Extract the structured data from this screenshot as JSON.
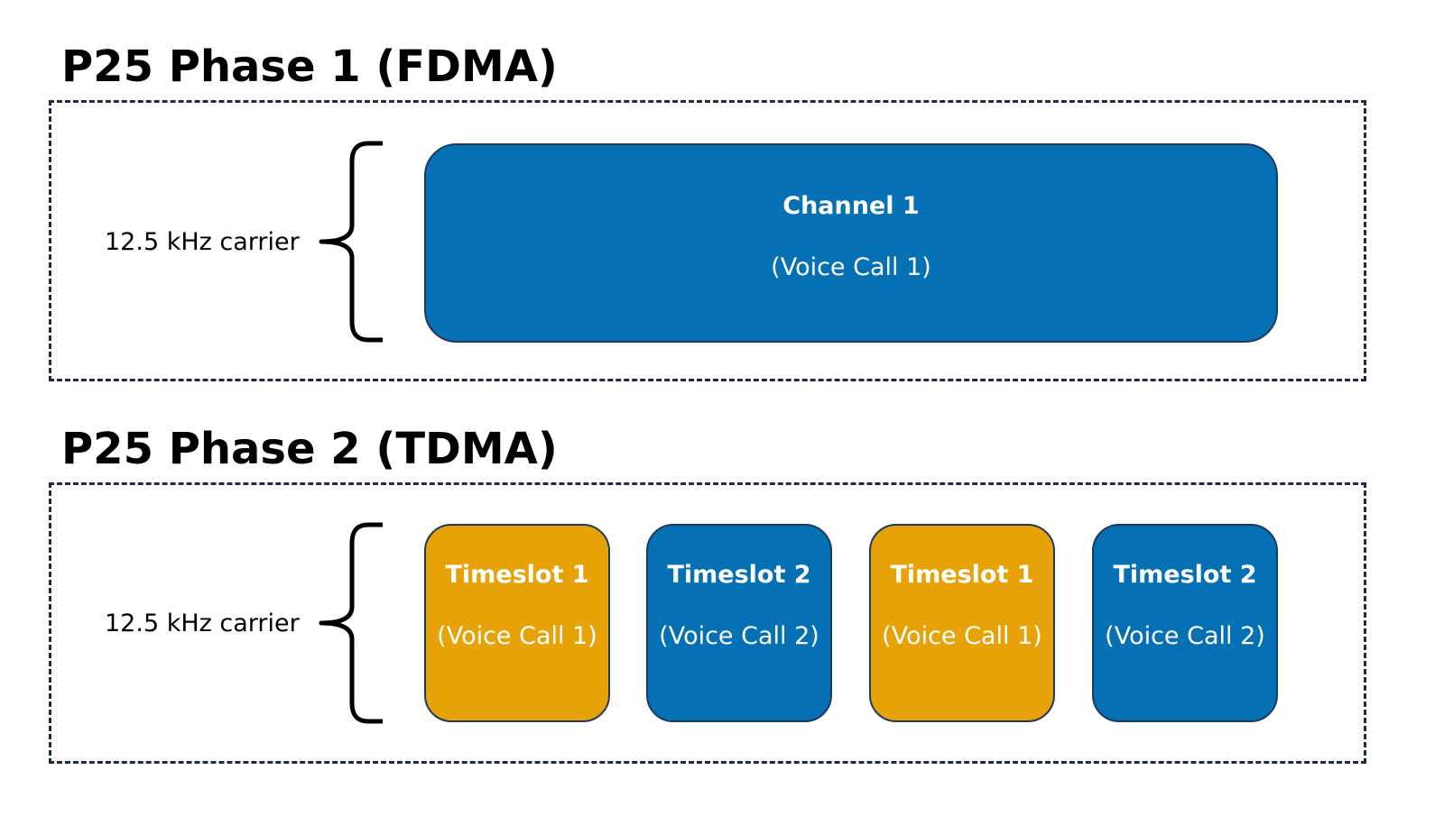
{
  "colors": {
    "blue": "#0570b4",
    "gold": "#e6a207",
    "frame": "#1f2b45",
    "block_border": "#1d3a63"
  },
  "phase1": {
    "title": "P25 Phase 1 (FDMA)",
    "carrier_label": "12.5 kHz carrier",
    "channel": {
      "title": "Channel 1",
      "subtitle": "(Voice Call 1)",
      "color": "#0570b4"
    }
  },
  "phase2": {
    "title": "P25 Phase 2 (TDMA)",
    "carrier_label": "12.5 kHz carrier",
    "slots": [
      {
        "title": "Timeslot 1",
        "subtitle": "(Voice Call 1)",
        "color": "#e6a207"
      },
      {
        "title": "Timeslot 2",
        "subtitle": "(Voice Call 2)",
        "color": "#0570b4"
      },
      {
        "title": "Timeslot 1",
        "subtitle": "(Voice Call 1)",
        "color": "#e6a207"
      },
      {
        "title": "Timeslot 2",
        "subtitle": "(Voice Call 2)",
        "color": "#0570b4"
      }
    ]
  }
}
